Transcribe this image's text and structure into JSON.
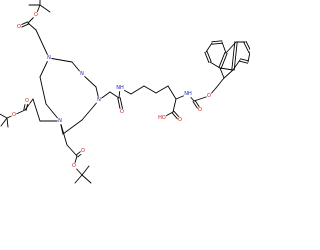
{
  "diagram": {
    "type": "skeletal-formula",
    "bond_color": "#000000",
    "atom_colors": {
      "N": "#1a1ab3",
      "O": "#cc1a1a"
    },
    "atom_labels": [
      {
        "id": "n1",
        "text": "N",
        "element": "N"
      },
      {
        "id": "n2",
        "text": "N",
        "element": "N"
      },
      {
        "id": "n3",
        "text": "N",
        "element": "N"
      },
      {
        "id": "n4",
        "text": "N",
        "element": "N"
      },
      {
        "id": "o_top_carbonyl",
        "text": "O",
        "element": "O"
      },
      {
        "id": "o_top_ester",
        "text": "O",
        "element": "O"
      },
      {
        "id": "o_left_ester",
        "text": "O",
        "element": "O"
      },
      {
        "id": "o_left_carbonyl",
        "text": "O",
        "element": "O"
      },
      {
        "id": "o_bottom_carbonyl",
        "text": "O",
        "element": "O"
      },
      {
        "id": "o_bottom_ester",
        "text": "O",
        "element": "O"
      },
      {
        "id": "o_amide",
        "text": "O",
        "element": "O"
      },
      {
        "id": "nh_amide",
        "text": "NH",
        "element": "N"
      },
      {
        "id": "nh_carbamate",
        "text": "NH",
        "element": "N"
      },
      {
        "id": "o_carbamate_c",
        "text": "O",
        "element": "O"
      },
      {
        "id": "o_carbamate_ester",
        "text": "O",
        "element": "O"
      },
      {
        "id": "oh_acid",
        "text": "HO",
        "element": "O"
      },
      {
        "id": "o_acid",
        "text": "O",
        "element": "O"
      }
    ]
  }
}
